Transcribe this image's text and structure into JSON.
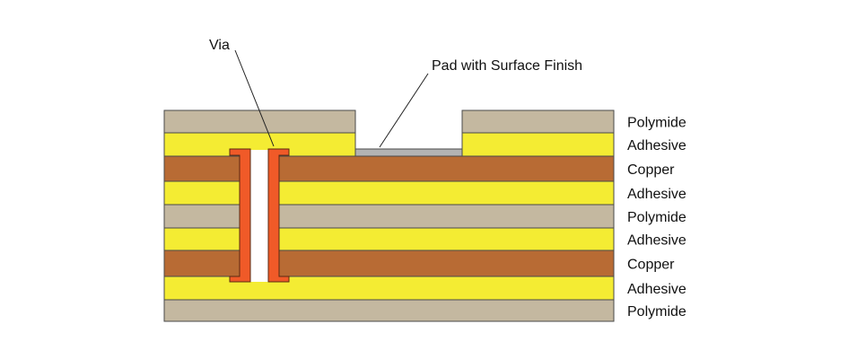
{
  "colors": {
    "polymide": "#c4b8a0",
    "adhesive": "#f4ec33",
    "copper": "#b86b34",
    "via_plating": "#f05a28",
    "via_hole": "#ffffff",
    "surface_finish": "#b3b3b3"
  },
  "callouts": {
    "via": "Via",
    "pad": "Pad with Surface Finish"
  },
  "layers": [
    {
      "id": "polymide-1",
      "label": "Polymide",
      "material": "polymide"
    },
    {
      "id": "adhesive-1",
      "label": "Adhesive",
      "material": "adhesive"
    },
    {
      "id": "copper-1",
      "label": "Copper",
      "material": "copper"
    },
    {
      "id": "adhesive-2",
      "label": "Adhesive",
      "material": "adhesive"
    },
    {
      "id": "polymide-2",
      "label": "Polymide",
      "material": "polymide"
    },
    {
      "id": "adhesive-3",
      "label": "Adhesive",
      "material": "adhesive"
    },
    {
      "id": "copper-2",
      "label": "Copper",
      "material": "copper"
    },
    {
      "id": "adhesive-4",
      "label": "Adhesive",
      "material": "adhesive"
    },
    {
      "id": "polymide-3",
      "label": "Polymide",
      "material": "polymide"
    }
  ]
}
